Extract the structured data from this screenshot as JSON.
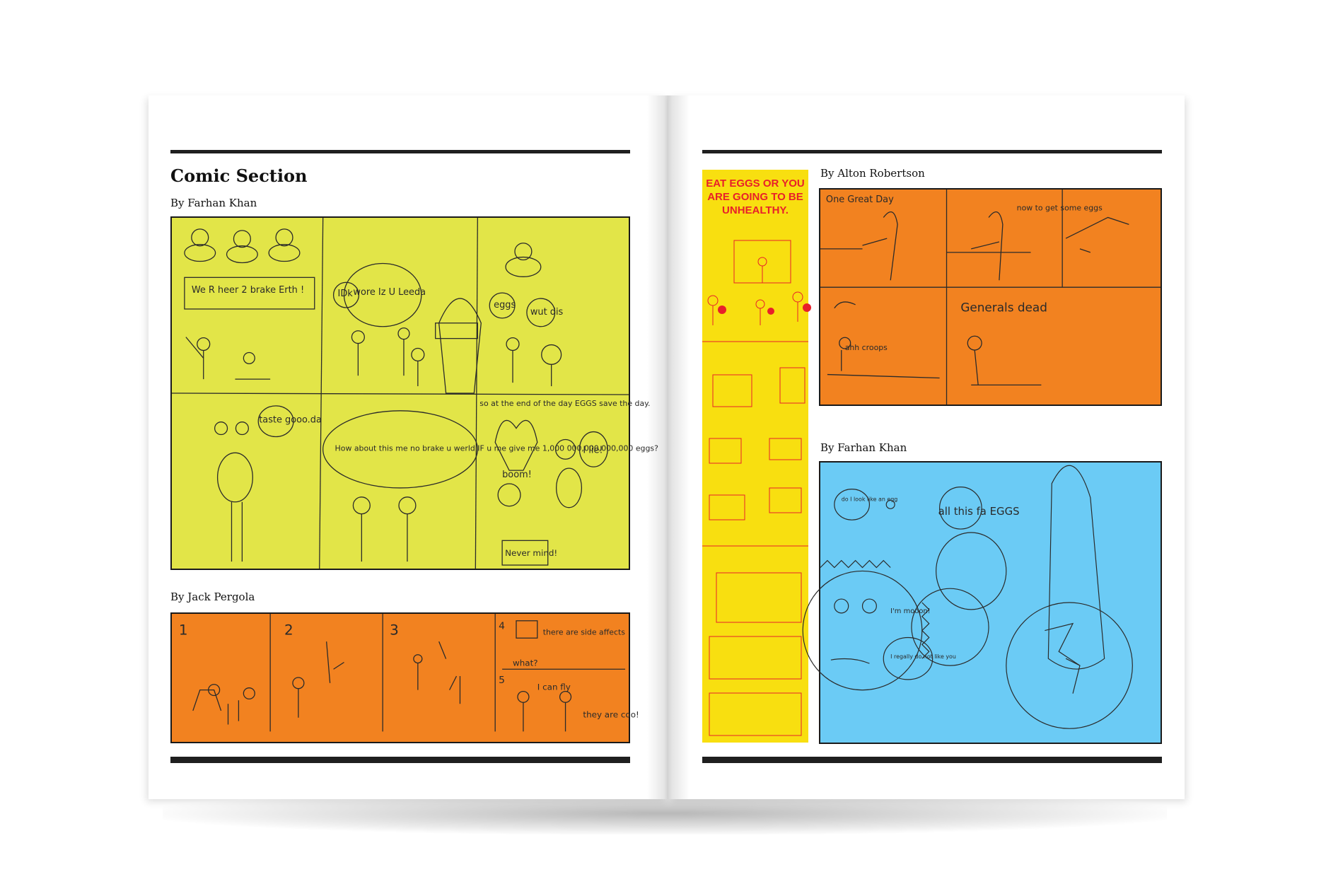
{
  "left_page": {
    "title": "Comic Section",
    "byline_1": "By Farhan Khan",
    "byline_2": "By Jack Pergola",
    "comic_1_text": {
      "speech_1": "We R heer 2 brake Erth !",
      "speech_2": "IDk",
      "speech_3": "wore Iz U Leeda",
      "speech_4": "eggs",
      "speech_5": "wut dis",
      "speech_6": "taste gooo.da",
      "speech_7": "How about this me no brake u werld IF u me give me 1,000 000,000,000,000 eggs?",
      "caption_1": "so at the end of the day EGGS save the day.",
      "speech_8": "boom!",
      "speech_9": "I lie!",
      "caption_2": "Never mind!"
    },
    "comic_2_text": {
      "label_1": "1",
      "label_2": "2",
      "label_3": "3",
      "label_4": "4",
      "label_5": "5",
      "speech_1": "there are side affects",
      "speech_2": "what?",
      "speech_3": "I can fly",
      "speech_4": "they are coo!"
    }
  },
  "right_page": {
    "byline_1": "By Alton Robertson",
    "byline_2": "By Farhan Khan",
    "sidebar_heading": "EAT EGGS OR YOU ARE GOING TO BE UNHEALTHY.",
    "comic_3_text": {
      "title": "One Great Day",
      "speech_1": "now to get some eggs",
      "speech_2": "Generals dead",
      "speech_3": "ahh croops"
    },
    "comic_4_text": {
      "speech_1": "do I look like an egg",
      "speech_2": "all this fa EGGS",
      "speech_3": "I'm mooon!",
      "speech_4": "I regally do not like you"
    }
  },
  "colors": {
    "comic_yellow": "#e2e548",
    "comic_orange": "#f28220",
    "comic_blue": "#6bcbf5",
    "sidebar_yellow": "#f8df10",
    "sidebar_red": "#e8202a",
    "rule": "#1f1f1f"
  }
}
